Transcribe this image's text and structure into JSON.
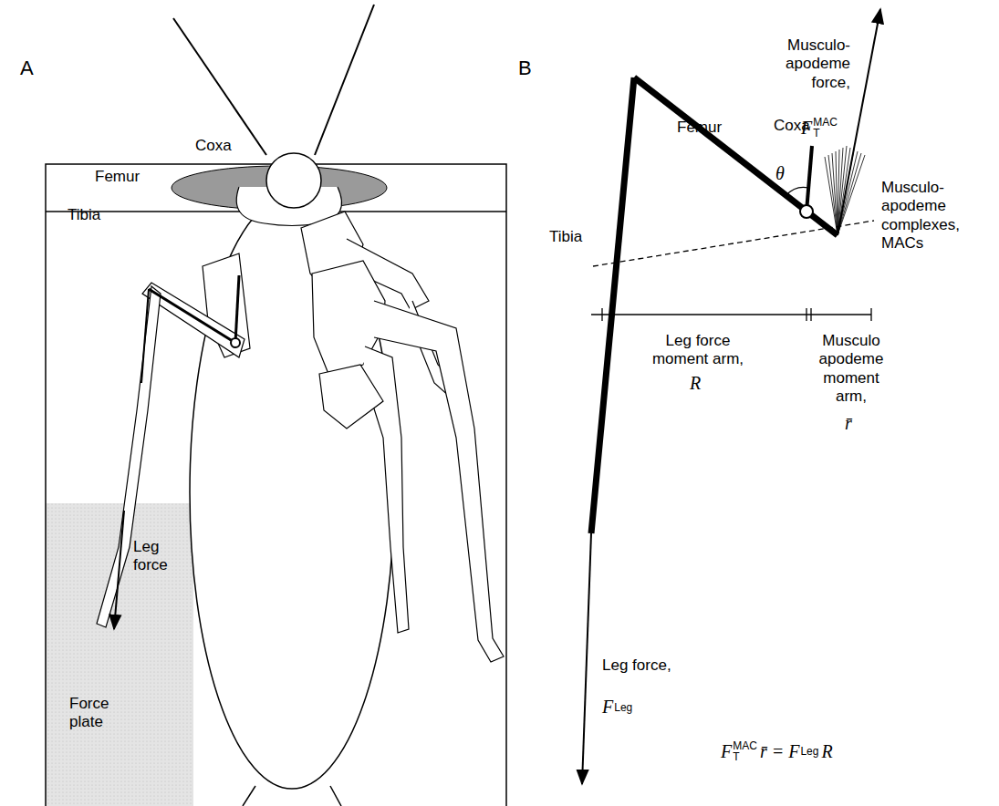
{
  "diagram": {
    "nodes": [
      {
        "text": [
          "Force plate"
        ]
      }
    ],
    "labels": [
      "A",
      "B",
      "Femur",
      "Coxa",
      "Tibia",
      "Leg force",
      "Femur",
      "Coxa",
      "Tibia",
      "Musculo- apodeme force,",
      "F",
      "T",
      "MAC",
      "θ",
      "Musculo- apodeme complexes, MACs",
      "Leg force moment arm,",
      "R",
      "Musculo apodeme moment arm,",
      "r̄",
      "Leg force,",
      "F",
      "Leg",
      "F",
      "MAC",
      "T",
      "r̄ = F",
      "Leg",
      "R"
    ]
  }
}
